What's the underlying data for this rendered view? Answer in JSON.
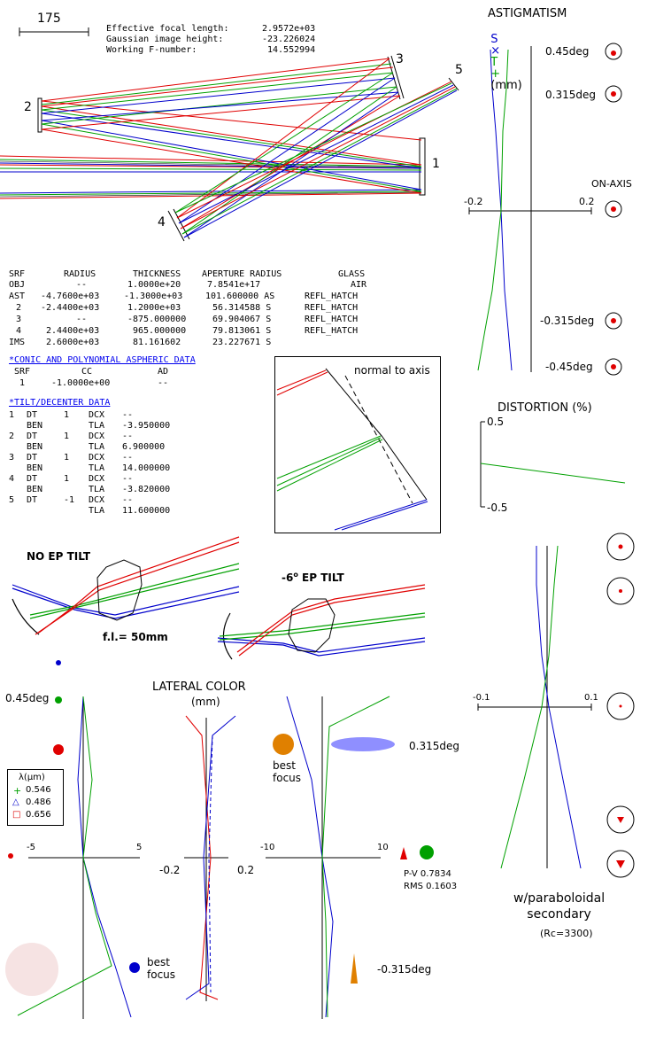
{
  "scale_bar": {
    "value": "175"
  },
  "summary": [
    {
      "label": "Effective focal length:",
      "value": "2.9572e+03"
    },
    {
      "label": "Gaussian image height:",
      "value": "-23.226024"
    },
    {
      "label": "Working F-number:",
      "value": "14.552994"
    }
  ],
  "surface_labels": [
    "1",
    "2",
    "3",
    "4",
    "5"
  ],
  "lens_table": {
    "headers": [
      "SRF",
      "RADIUS",
      "THICKNESS",
      "APERTURE RADIUS",
      "GLASS"
    ],
    "rows": [
      [
        "OBJ",
        "--",
        "1.0000e+20",
        "7.8541e+17",
        "AIR"
      ],
      [
        "AST",
        "-4.7600e+03",
        "-1.3000e+03",
        "101.600000 AS",
        "REFL_HATCH"
      ],
      [
        "2",
        "-2.4400e+03",
        "1.2000e+03",
        "56.314588 S",
        "REFL_HATCH"
      ],
      [
        "3",
        "--",
        "-875.000000",
        "69.904067 S",
        "REFL_HATCH"
      ],
      [
        "4",
        "2.4400e+03",
        "965.000000",
        "79.813061 S",
        "REFL_HATCH"
      ],
      [
        "IMS",
        "2.6000e+03",
        "81.161602",
        "23.227671 S",
        ""
      ]
    ]
  },
  "conic": {
    "title": "*CONIC AND POLYNOMIAL ASPHERIC DATA",
    "headers": [
      "SRF",
      "CC",
      "AD"
    ],
    "row": [
      "1",
      "-1.0000e+00",
      "--"
    ]
  },
  "tilt": {
    "title": "*TILT/DECENTER DATA",
    "rows": [
      [
        "1",
        "DT",
        "1",
        "DCX",
        "--"
      ],
      [
        "",
        "BEN",
        "",
        "TLA",
        "-3.950000"
      ],
      [
        "2",
        "DT",
        "1",
        "DCX",
        "--"
      ],
      [
        "",
        "BEN",
        "",
        "TLA",
        "6.900000"
      ],
      [
        "3",
        "DT",
        "1",
        "DCX",
        "--"
      ],
      [
        "",
        "BEN",
        "",
        "TLA",
        "14.000000"
      ],
      [
        "4",
        "DT",
        "1",
        "DCX",
        "--"
      ],
      [
        "",
        "BEN",
        "",
        "TLA",
        "-3.820000"
      ],
      [
        "5",
        "DT",
        "-1",
        "DCX",
        "--"
      ],
      [
        "",
        "",
        "",
        "TLA",
        "11.600000"
      ]
    ]
  },
  "inset_label": "normal to axis",
  "astigmatism": {
    "title": "ASTIGMATISM",
    "legend": {
      "s": "S",
      "x": "×",
      "t": "T",
      "plus": "+",
      "unit": "(mm)"
    },
    "x_ticks": [
      "-0.2",
      "0.2"
    ],
    "field_labels": [
      "0.45deg",
      "0.315deg",
      "ON-AXIS",
      "-0.315deg",
      "-0.45deg"
    ]
  },
  "distortion": {
    "title": "DISTORTION (%)",
    "ticks": [
      "0.5",
      "-0.5"
    ]
  },
  "ep_tilt": {
    "left_title": "NO EP TILT",
    "right_title_num": "-6",
    "right_title_deg": "o",
    "right_title_rest": " EP TILT",
    "focal_length": "f.l.= 50mm"
  },
  "lateral_color": {
    "title": "LATERAL COLOR",
    "unit": "(mm)",
    "x_ticks_left": [
      "-5",
      "5"
    ],
    "x_ticks_mid": [
      "-0.2",
      "0.2"
    ],
    "x_ticks_right": [
      "-10",
      "10"
    ],
    "field_pos": "0.45deg",
    "field_pos2": "0.315deg",
    "field_neg": "-0.315deg",
    "best_focus": "best\nfocus",
    "best_focus2": "best\nfocus",
    "pv": "P-V 0.7834",
    "rms": "RMS 0.1603"
  },
  "wavelength_legend": {
    "title": "λ(μm)",
    "entries": [
      {
        "symbol": "+",
        "value": "0.546",
        "color": "#00a000"
      },
      {
        "symbol": "△",
        "value": "0.486",
        "color": "#0000cc"
      },
      {
        "symbol": "□",
        "value": "0.656",
        "color": "#dd0000"
      }
    ]
  },
  "paraboloidal": {
    "x_ticks": [
      "-0.1",
      "0.1"
    ],
    "caption": "w/paraboloidal\nsecondary",
    "note": "(Rc=3300)"
  },
  "colors": {
    "red": "#e00000",
    "green": "#00a000",
    "blue": "#0000cc"
  }
}
